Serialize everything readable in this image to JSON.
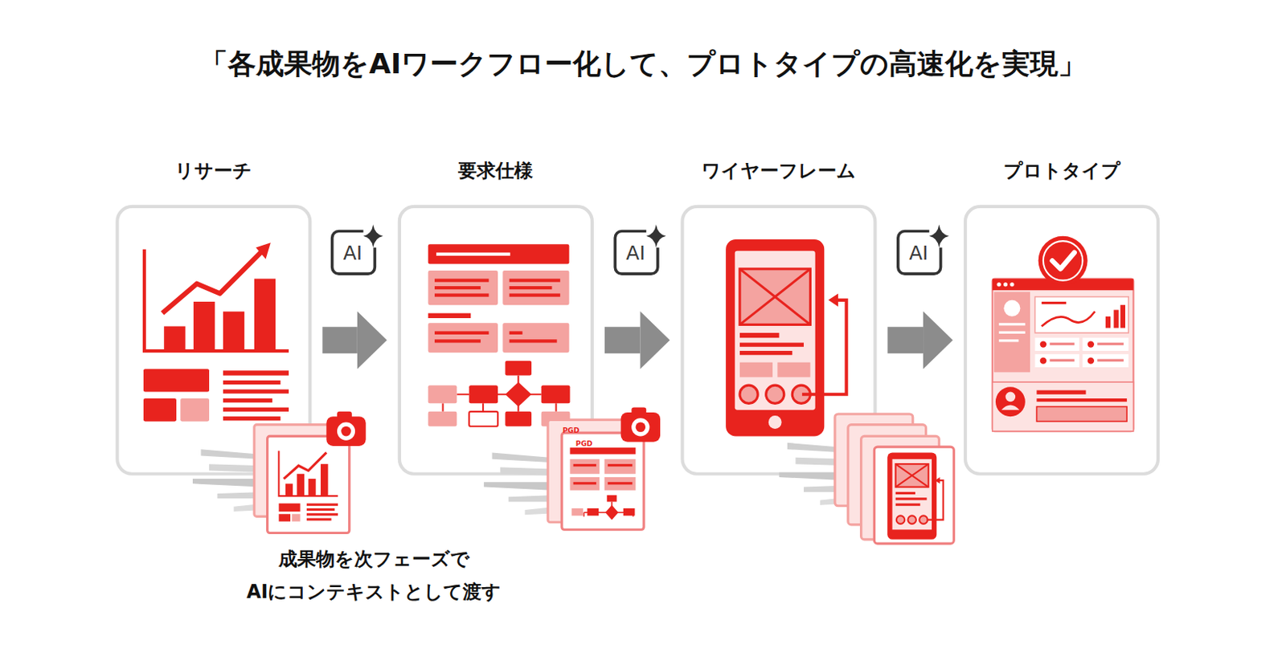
{
  "diagram": {
    "title": "「各成果物をAIワークフロー化して、プロトタイプの高速化を実現」",
    "caption": "成果物を次フェーズで AIにコンテキストとして渡す",
    "nodes": [
      {
        "text": [
          "リサーチ"
        ]
      },
      {
        "text": [
          "要求仕様"
        ]
      },
      {
        "text": [
          "ワイヤーフレーム"
        ]
      },
      {
        "text": [
          "プロトタイプ"
        ]
      }
    ],
    "edges": [
      {
        "from": 0,
        "to": 1,
        "arrow": "to"
      },
      {
        "from": 1,
        "to": 2,
        "arrow": "to"
      },
      {
        "from": 2,
        "to": 3,
        "arrow": "to"
      }
    ],
    "labels": [
      "AI",
      "AI",
      "AI",
      "PGD",
      "PGD"
    ]
  }
}
